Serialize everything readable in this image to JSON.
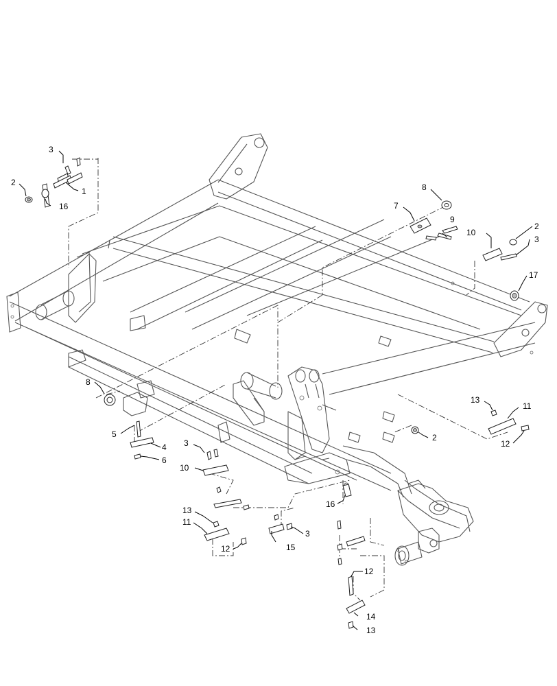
{
  "callouts": [
    {
      "id": "c-3a",
      "text": "3"
    },
    {
      "id": "c-2a",
      "text": "2"
    },
    {
      "id": "c-1",
      "text": "1"
    },
    {
      "id": "c-16a",
      "text": "16"
    },
    {
      "id": "c-8a",
      "text": "8"
    },
    {
      "id": "c-7",
      "text": "7"
    },
    {
      "id": "c-9",
      "text": "9"
    },
    {
      "id": "c-10a",
      "text": "10"
    },
    {
      "id": "c-2b",
      "text": "2"
    },
    {
      "id": "c-3b",
      "text": "3"
    },
    {
      "id": "c-17",
      "text": "17"
    },
    {
      "id": "c-8b",
      "text": "8"
    },
    {
      "id": "c-5",
      "text": "5"
    },
    {
      "id": "c-4",
      "text": "4"
    },
    {
      "id": "c-6",
      "text": "6"
    },
    {
      "id": "c-13a",
      "text": "13"
    },
    {
      "id": "c-11a",
      "text": "11"
    },
    {
      "id": "c-12a",
      "text": "12"
    },
    {
      "id": "c-2c",
      "text": "2"
    },
    {
      "id": "c-3c",
      "text": "3"
    },
    {
      "id": "c-10b",
      "text": "10"
    },
    {
      "id": "c-16b",
      "text": "16"
    },
    {
      "id": "c-13b",
      "text": "13"
    },
    {
      "id": "c-11b",
      "text": "11"
    },
    {
      "id": "c-12b",
      "text": "12"
    },
    {
      "id": "c-15",
      "text": "15"
    },
    {
      "id": "c-3d",
      "text": "3"
    },
    {
      "id": "c-12c",
      "text": "12"
    },
    {
      "id": "c-14",
      "text": "14"
    },
    {
      "id": "c-13c",
      "text": "13"
    }
  ]
}
